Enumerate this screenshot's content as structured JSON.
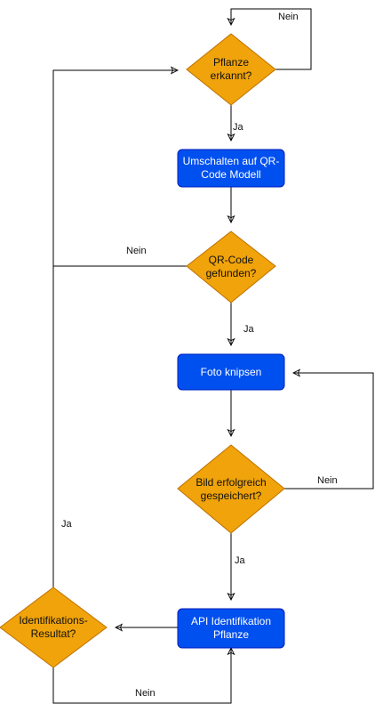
{
  "colors": {
    "process_fill": "#0050ef",
    "process_stroke": "#001dbc",
    "decision_fill": "#f0a30a",
    "decision_stroke": "#bd7000",
    "edge": "#000000"
  },
  "nodes": {
    "pflanze_erkannt": {
      "label": "Pflanze\nerkannt?"
    },
    "umschalten_qr": {
      "label": "Umschalten auf QR-\nCode Modell"
    },
    "qr_code_gefunden": {
      "label": "QR-Code\ngefunden?"
    },
    "foto_knipsen": {
      "label": "Foto knipsen"
    },
    "bild_gespeichert": {
      "label": "Bild erfolgreich\ngespeichert?"
    },
    "api_identifikation": {
      "label": "API Identifikation\nPflanze"
    },
    "identifikations_resultat": {
      "label": "Identifikations-\nResultat?"
    }
  },
  "edges": {
    "pflanze_nein": "Nein",
    "pflanze_ja": "Ja",
    "qr_nein": "Nein",
    "qr_ja": "Ja",
    "bild_nein": "Nein",
    "bild_ja": "Ja",
    "resultat_ja": "Ja",
    "resultat_nein": "Nein"
  }
}
